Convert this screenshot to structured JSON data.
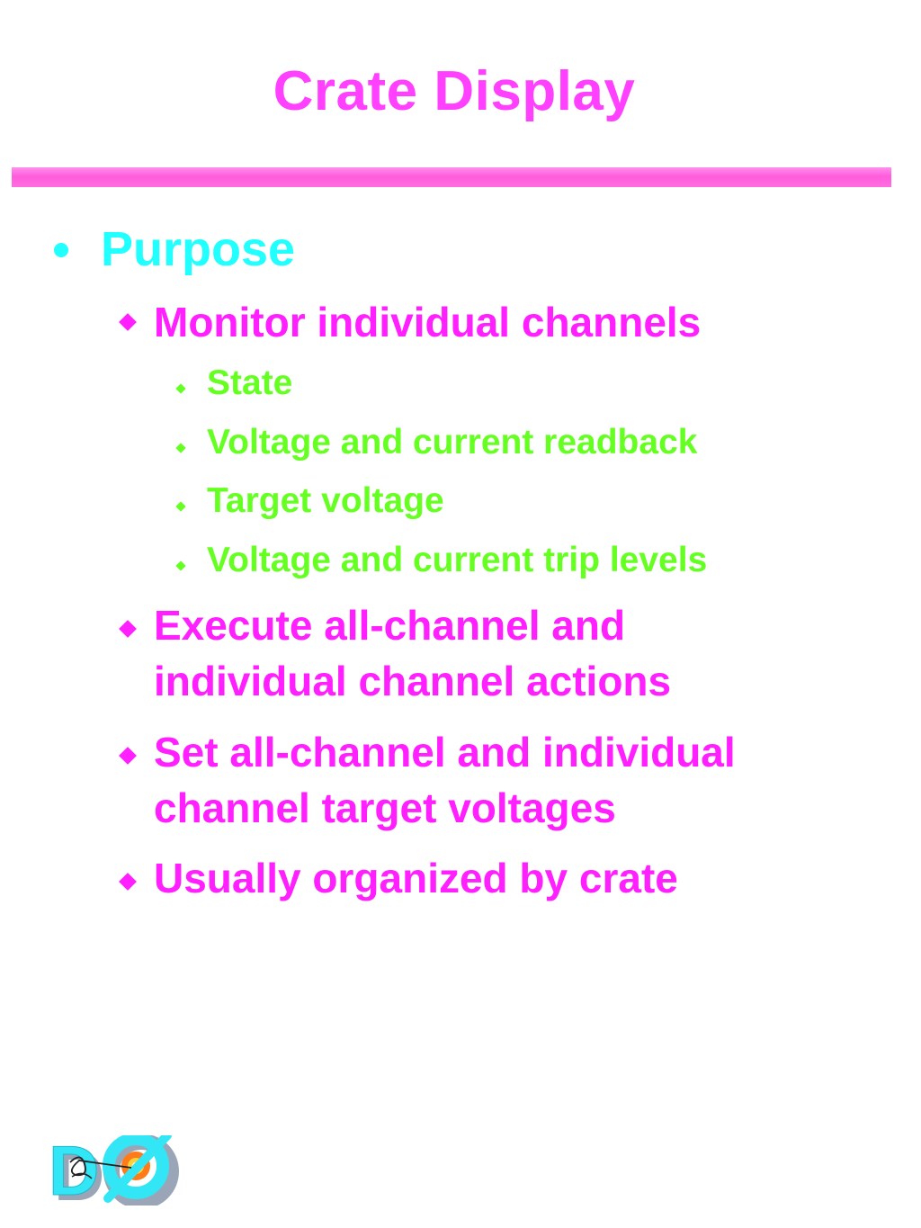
{
  "slide": {
    "title": "Crate Display",
    "level1": {
      "text": "Purpose"
    },
    "items": [
      {
        "text": "Monitor individual channels",
        "subitems": [
          "State",
          "Voltage and current readback",
          "Target voltage",
          "Voltage and current trip levels"
        ]
      },
      {
        "line1": "Execute all-channel and",
        "line2": "individual channel actions"
      },
      {
        "line1": "Set all-channel and individual",
        "line2": "channel target voltages"
      },
      {
        "text": "Usually organized by crate"
      }
    ],
    "logo": {
      "text": "DØ",
      "colors": {
        "cyan": "#33e6f5",
        "shadow": "#9aa6b8",
        "burst": "#ff7a18"
      }
    }
  },
  "colors": {
    "title": "#ff40ff",
    "level1": "#22ffff",
    "level2": "#ff1fff",
    "level3": "#66ff22",
    "bar": "#ff6ee0"
  }
}
